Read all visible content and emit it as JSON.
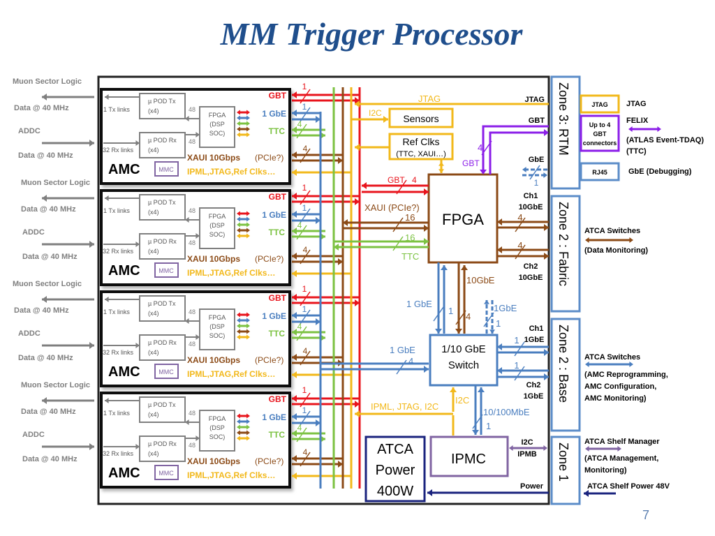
{
  "title": "MM Trigger Processor",
  "page_number": "7",
  "colors": {
    "gbt": "#e8141c",
    "gbe": "#4a7ebf",
    "ttc": "#7cc242",
    "xaui": "#8b4a16",
    "ipml": "#f2b81a",
    "felix": "#8b1ee8",
    "ipmc": "#8064a2",
    "power": "#1a237e",
    "grey": "#7f7f7f",
    "zone": "#5b8cc8"
  },
  "amc_boards": [
    {
      "name": "AMC",
      "mmc": "MMC",
      "upod_tx": "µ POD Tx",
      "upod_tx_count": "(x4)",
      "upod_rx": "µ POD Rx",
      "upod_rx_count": "(x4)",
      "tx_links": "1  Tx links",
      "rx_links": "32  Rx links",
      "fpga_l1": "FPGA",
      "fpga_l2": "(DSP",
      "fpga_l3": "SOC)",
      "bus_48a": "48",
      "bus_48b": "48",
      "gbt": "GBT",
      "gbe": "1 GbE",
      "ttc": "TTC",
      "xaui": "XAUI 10Gbps",
      "xaui_suffix": "(PCIe?)",
      "ipml": "IPML,JTAG,Ref Clks…",
      "gbt_n": "1",
      "gbe_n": "1",
      "ttc_n": "4",
      "xaui_n": "4",
      "ext_out_l1": "Muon Sector Logic",
      "ext_out_l2": "Data @ 40 MHz",
      "ext_in_l1": "ADDC",
      "ext_in_l2": "Data @ 40 MHz"
    },
    {
      "name": "AMC",
      "mmc": "MMC",
      "upod_tx": "µ POD Tx",
      "upod_tx_count": "(x4)",
      "upod_rx": "µ POD Rx",
      "upod_rx_count": "(x4)",
      "tx_links": "1  Tx links",
      "rx_links": "32  Rx links",
      "fpga_l1": "FPGA",
      "fpga_l2": "(DSP",
      "fpga_l3": "SOC)",
      "bus_48a": "48",
      "bus_48b": "48",
      "gbt": "GBT",
      "gbe": "1 GbE",
      "ttc": "TTC",
      "xaui": "XAUI 10Gbps",
      "xaui_suffix": "(PCIe?)",
      "ipml": "IPML,JTAG,Ref Clks…",
      "gbt_n": "1",
      "gbe_n": "1",
      "ttc_n": "4",
      "xaui_n": "4",
      "ext_out_l1": "Muon Sector Logic",
      "ext_out_l2": "Data @ 40 MHz",
      "ext_in_l1": "ADDC",
      "ext_in_l2": "Data @ 40 MHz"
    },
    {
      "name": "AMC",
      "mmc": "MMC",
      "upod_tx": "µ POD Tx",
      "upod_tx_count": "(x4)",
      "upod_rx": "µ POD Rx",
      "upod_rx_count": "(x4)",
      "tx_links": "1  Tx links",
      "rx_links": "32  Rx links",
      "fpga_l1": "FPGA",
      "fpga_l2": "(DSP",
      "fpga_l3": "SOC)",
      "bus_48a": "48",
      "bus_48b": "48",
      "gbt": "GBT",
      "gbe": "1 GbE",
      "ttc": "TTC",
      "xaui": "XAUI 10Gbps",
      "xaui_suffix": "(PCIe?)",
      "ipml": "IPML,JTAG,Ref Clks…",
      "gbt_n": "1",
      "gbe_n": "1",
      "ttc_n": "4",
      "xaui_n": "4",
      "ext_out_l1": "Muon Sector Logic",
      "ext_out_l2": "Data @ 40 MHz",
      "ext_in_l1": "ADDC",
      "ext_in_l2": "Data @ 40 MHz"
    },
    {
      "name": "AMC",
      "mmc": "MMC",
      "upod_tx": "µ POD Tx",
      "upod_tx_count": "(x4)",
      "upod_rx": "µ POD Rx",
      "upod_rx_count": "(x4)",
      "tx_links": "1  Tx links",
      "rx_links": "32  Rx links",
      "fpga_l1": "FPGA",
      "fpga_l2": "(DSP",
      "fpga_l3": "SOC)",
      "bus_48a": "48",
      "bus_48b": "48",
      "gbt": "GBT",
      "gbe": "1 GbE",
      "ttc": "TTC",
      "xaui": "XAUI 10Gbps",
      "xaui_suffix": "(PCIe?)",
      "ipml": "IPML,JTAG,Ref Clks…",
      "gbt_n": "1",
      "gbe_n": "1",
      "ttc_n": "4",
      "xaui_n": "4",
      "ext_out_l1": "Muon Sector Logic",
      "ext_out_l2": "Data @ 40 MHz",
      "ext_in_l1": "ADDC",
      "ext_in_l2": "Data @ 40 MHz"
    }
  ],
  "carrier": {
    "jtag_label": "JTAG",
    "i2c_label": "I2C",
    "sensors": "Sensors",
    "refclks_l1": "Ref Clks",
    "refclks_l2": "(TTC, XAUI…)",
    "fpga": "FPGA",
    "gbt_to_fpga": "GBT",
    "gbt_to_fpga_n": "4",
    "xaui_to_fpga": "XAUI (PCIe?)",
    "xaui_to_fpga_n": "16",
    "ttc_to_fpga": "TTC",
    "ttc_to_fpga_n": "16",
    "fpga_gbt_n": "4",
    "fpga_gbt_label": "GBT",
    "fpga_10gbe": "10GbE",
    "fpga_sw_n": "4",
    "gbe_1_label": "1 GbE",
    "gbe_1_n": "1",
    "gbe_dash_label": "1GbE",
    "gbe_dash_n": "1",
    "switch_l1": "1/10 GbE",
    "switch_l2": "Switch",
    "amc_gbe_label": "1 GbE",
    "amc_gbe_n": "4",
    "ipml_jtag_i2c": "IPML, JTAG, I2C",
    "ipmc_i2c": "I2C",
    "mbe_label": "10/100MbE",
    "mbe_n": "1",
    "ipmc": "IPMC",
    "power_l1": "ATCA",
    "power_l2": "Power",
    "power_l3": "400W",
    "rtm_jtag": "JTAG",
    "rtm_gbt": "GBT",
    "rtm_gbe": "GbE",
    "rtm_gbe_n": "1",
    "fab_ch1_l1": "Ch1",
    "fab_ch1_l2": "10GbE",
    "fab_ch1_n": "4",
    "fab_ch2_l1": "Ch2",
    "fab_ch2_l2": "10GbE",
    "fab_ch2_n": "4",
    "base_ch1_l1": "Ch1",
    "base_ch1_l2": "1GbE",
    "base_ch1_n": "1",
    "base_ch2_l1": "Ch2",
    "base_ch2_l2": "1GbE",
    "base_ch2_n": "1",
    "ipmb_l1": "I2C",
    "ipmb_l2": "IPMB",
    "power_label": "Power"
  },
  "zones": {
    "zone3": "Zone 3: RTM",
    "zone2_fabric": "Zone 2 : Fabric",
    "zone2_base": "Zone 2 : Base",
    "zone1": "Zone 1"
  },
  "rtm": {
    "jtag_box": "JTAG",
    "jtag_ext": "JTAG",
    "gbt_box_l1": "Up to 4",
    "gbt_box_l2": "GBT",
    "gbt_box_l3": "connectors",
    "felix_l1": "FELIX",
    "felix_l2": "(ATLAS Event-TDAQ)",
    "felix_l3": "(TTC)",
    "rj45_box": "RJ45",
    "rj45_ext": "GbE (Debugging)"
  },
  "external": {
    "fabric_l1": "ATCA Switches",
    "fabric_l2": "(Data Monitoring)",
    "base_l1": "ATCA Switches",
    "base_l2": "(AMC Reprogramming,",
    "base_l3": "AMC Configuration,",
    "base_l4": "AMC Monitoring)",
    "shelf_l1": "ATCA Shelf Manager",
    "shelf_l2": "(ATCA Management,",
    "shelf_l3": "Monitoring)",
    "shelf_power": "ATCA Shelf Power 48V"
  }
}
